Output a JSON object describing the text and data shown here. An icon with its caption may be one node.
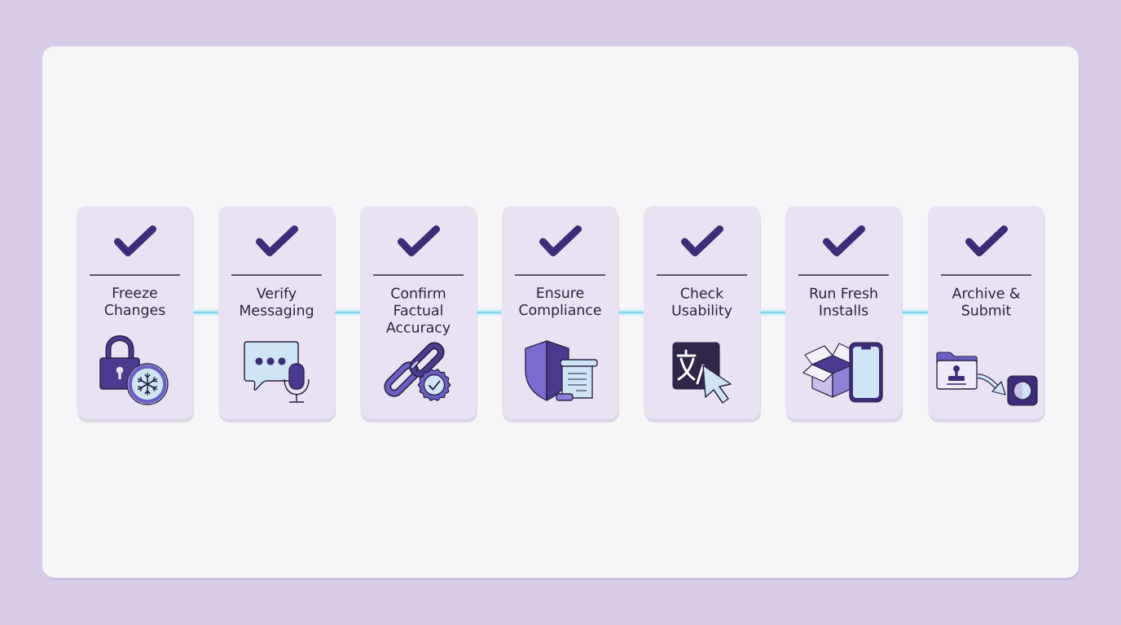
{
  "diagram": {
    "nodes": [
      {
        "text": [
          "Freeze Changes"
        ]
      },
      {
        "text": [
          "Verify Messaging"
        ]
      },
      {
        "text": [
          "Confirm Factual Accuracy"
        ]
      },
      {
        "text": [
          "Ensure Compliance"
        ]
      },
      {
        "text": [
          "Check Usability"
        ]
      },
      {
        "text": [
          "Run Fresh Installs"
        ]
      },
      {
        "text": [
          "Archive & Submit"
        ]
      }
    ],
    "edges": [
      {
        "from": 0,
        "to": 1,
        "arrow": "none"
      },
      {
        "from": 1,
        "to": 2,
        "arrow": "none"
      },
      {
        "from": 2,
        "to": 3,
        "arrow": "none"
      },
      {
        "from": 3,
        "to": 4,
        "arrow": "none"
      },
      {
        "from": 4,
        "to": 5,
        "arrow": "none"
      },
      {
        "from": 5,
        "to": 6,
        "arrow": "none"
      }
    ]
  }
}
